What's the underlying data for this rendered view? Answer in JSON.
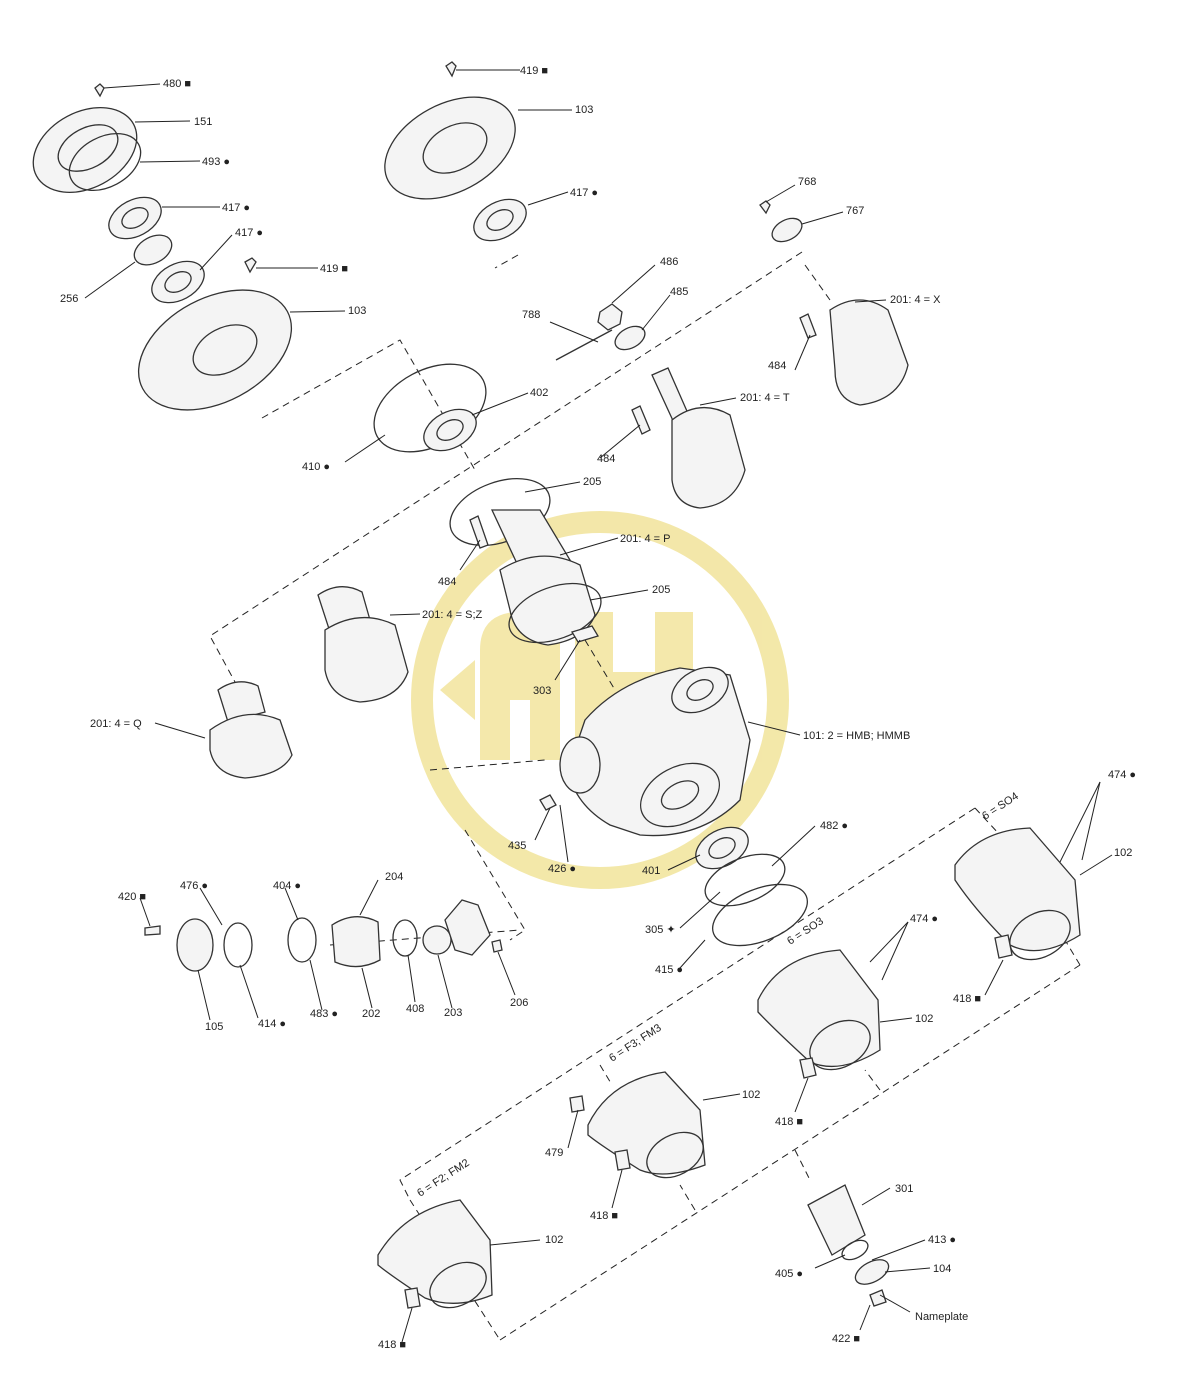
{
  "colors": {
    "watermark": "#f2e5a0",
    "line": "#333333",
    "label": "#222222"
  },
  "icons": {
    "circle_mark": "filled-circle",
    "square_mark": "filled-square",
    "diamond_mark": "cross-diamond"
  },
  "watermark": {
    "text": "AH"
  },
  "labels": {
    "l480": "480 ■",
    "l151": "151",
    "l493": "493 ●",
    "l417a": "417 ●",
    "l417b": "417 ●",
    "l256": "256",
    "l419a": "419 ■",
    "l103a": "103",
    "l419b": "419 ■",
    "l103b": "103",
    "l417c": "417 ●",
    "l768": "768",
    "l767": "767",
    "l486": "486",
    "l485": "485",
    "l788": "788",
    "l201x": "201: 4 = X",
    "l484a": "484",
    "l201t": "201: 4 = T",
    "l484b": "484",
    "l402": "402",
    "l410": "410 ●",
    "l205a": "205",
    "l201p": "201: 4 = P",
    "l484c": "484",
    "l201sz": "201: 4 = S;Z",
    "l205b": "205",
    "l303": "303",
    "l201q": "201: 4 = Q",
    "l101": "101: 2 = HMB; HMMB",
    "l435": "435",
    "l426": "426 ●",
    "l401": "401",
    "l482": "482 ●",
    "l305": "305 ✦",
    "l415": "415 ●",
    "l420": "420 ■",
    "l476": "476 ●",
    "l404": "404 ●",
    "l204": "204",
    "l105": "105",
    "l414": "414 ●",
    "l483": "483 ●",
    "l202": "202",
    "l408": "408",
    "l203": "203",
    "l206": "206",
    "l474a": "474 ●",
    "l102a": "102",
    "lso4": "6 = SO4",
    "l418a": "418 ■",
    "l474b": "474 ●",
    "lso3": "6 = SO3",
    "l102b": "102",
    "l418b": "418 ■",
    "lf3": "6 = F3; FM3",
    "l102c": "102",
    "l479": "479",
    "l418c": "418 ■",
    "lf2": "6 = F2; FM2",
    "l102d": "102",
    "l418d": "418 ■",
    "l301": "301",
    "l413": "413 ●",
    "l405": "405 ●",
    "l104": "104",
    "lname": "Nameplate",
    "l422": "422 ■"
  }
}
